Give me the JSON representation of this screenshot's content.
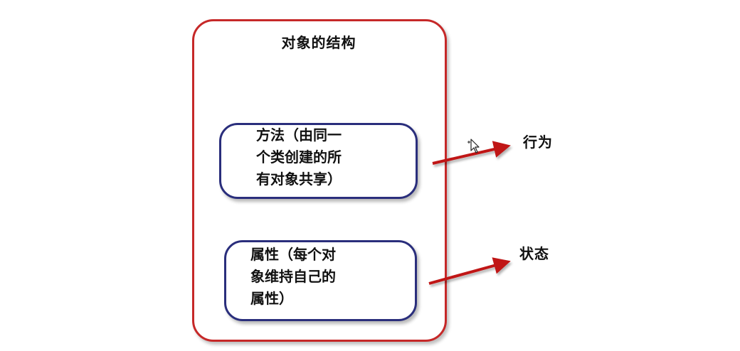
{
  "diagram": {
    "title": "对象的结构",
    "methods": {
      "lines": [
        "方法（由同一",
        "个类创建的所",
        "有对象共享）"
      ]
    },
    "attributes": {
      "lines": [
        "属性（每个对",
        "象维持自己的",
        "属性）"
      ]
    },
    "behavior_label": "行为",
    "state_label": "状态"
  },
  "colors": {
    "frame": "#c62828",
    "pill_border": "#2a2e7c",
    "arrow": "#c01818"
  },
  "icons": {
    "cursor": "move-cursor-icon"
  }
}
